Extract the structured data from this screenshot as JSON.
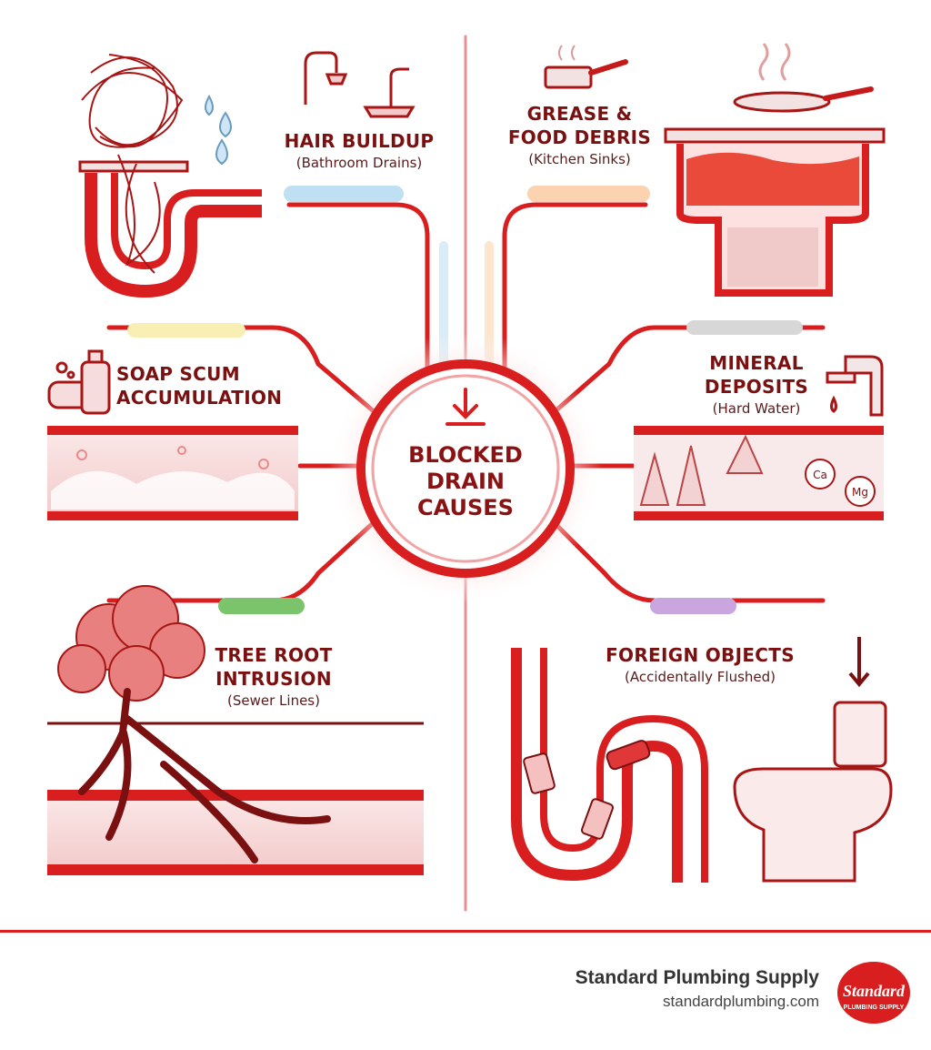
{
  "center": {
    "title": "BLOCKED DRAIN CAUSES"
  },
  "causes": [
    {
      "title": "HAIR BUILDUP",
      "subtitle": "(Bathroom Drains)"
    },
    {
      "title": "GREASE & FOOD DEBRIS",
      "subtitle": "(Kitchen Sinks)"
    },
    {
      "title": "SOAP SCUM ACCUMULATION",
      "subtitle": ""
    },
    {
      "title": "MINERAL DEPOSITS",
      "subtitle": "(Hard Water)"
    },
    {
      "title": "TREE ROOT INTRUSION",
      "subtitle": "(Sewer Lines)"
    },
    {
      "title": "FOREIGN OBJECTS",
      "subtitle": "(Accidentally Flushed)"
    }
  ],
  "minerals": {
    "calcium": "Ca",
    "magnesium": "Mg"
  },
  "footer": {
    "brand": "Standard Plumbing Supply",
    "url": "standardplumbing.com",
    "logo_text": "Standard",
    "logo_subtext": "PLUMBING SUPPLY"
  },
  "colors": {
    "primary_red": "#d81e1e",
    "dark_red": "#7a1010",
    "accent_hair": "#bfe0f2",
    "accent_grease": "#fbd3b0",
    "accent_soap": "#f7efb4",
    "accent_mineral": "#d7d7d7",
    "accent_roots": "#7cc46b",
    "accent_foreign": "#c9a6df"
  }
}
